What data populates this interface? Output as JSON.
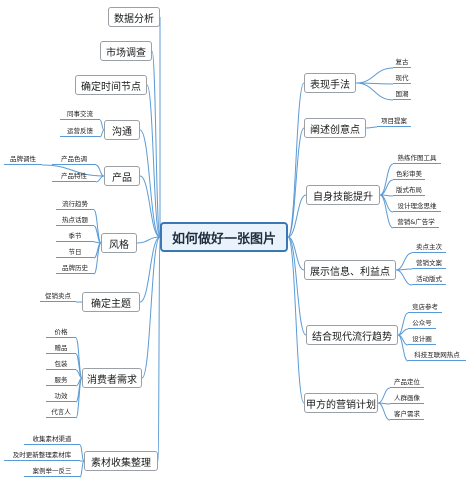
{
  "center": "如何做好一张图片",
  "left": [
    {
      "label": "数据分析",
      "leaves": []
    },
    {
      "label": "市场调查",
      "leaves": []
    },
    {
      "label": "确定时间节点",
      "leaves": []
    },
    {
      "label": "沟通",
      "leaves": [
        "同事交流",
        "运营反馈"
      ]
    },
    {
      "label": "产品",
      "leaves": [
        "品牌调性",
        "产品色调",
        "产品特性"
      ]
    },
    {
      "label": "风格",
      "leaves": [
        "流行趋势",
        "热点话题",
        "季节",
        "节日",
        "品牌历史"
      ]
    },
    {
      "label": "确定主题",
      "leaves": [
        "促销卖点"
      ]
    },
    {
      "label": "消费者需求",
      "leaves": [
        "价格",
        "赠品",
        "包装",
        "服务",
        "功效",
        "代言人"
      ]
    },
    {
      "label": "素材收集整理",
      "leaves": [
        "收集素材渠道",
        "及时更新整理素材库",
        "案例举一反三"
      ]
    }
  ],
  "right": [
    {
      "label": "表现手法",
      "leaves": [
        "复古",
        "现代",
        "国潮"
      ]
    },
    {
      "label": "阐述创意点",
      "leaves": [
        "项目提案"
      ]
    },
    {
      "label": "自身技能提升",
      "leaves": [
        "熟练作图工具",
        "色彩审美",
        "版式布局",
        "设计理念思维",
        "营销&广告学"
      ]
    },
    {
      "label": "展示信息、利益点",
      "leaves": [
        "卖点主次",
        "营销文案",
        "活动版式"
      ]
    },
    {
      "label": "结合现代流行趋势",
      "leaves": [
        "竞店参考",
        "公众号",
        "设计圈",
        "科技互联网热点"
      ]
    },
    {
      "label": "甲方的营销计划",
      "leaves": [
        "产品定位",
        "人群画像",
        "客户需求"
      ]
    }
  ]
}
